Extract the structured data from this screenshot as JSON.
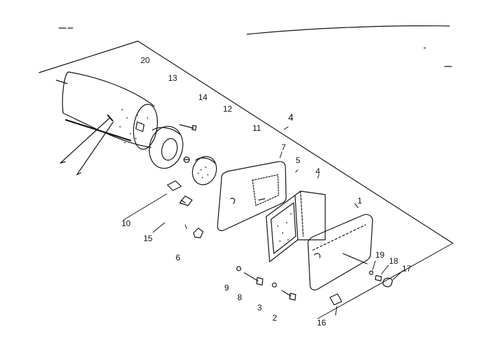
{
  "callouts": {
    "n1": "1",
    "n2": "2",
    "n3": "3",
    "n4": "4",
    "n4b": "4",
    "n5": "5",
    "n6": "6",
    "n7": "7",
    "n8": "8",
    "n9": "9",
    "n10": "10",
    "n11": "11",
    "n12": "12",
    "n13": "13",
    "n14": "14",
    "n15": "15",
    "n16": "16",
    "n17": "17",
    "n18": "18",
    "n19": "19",
    "n20": "20"
  }
}
